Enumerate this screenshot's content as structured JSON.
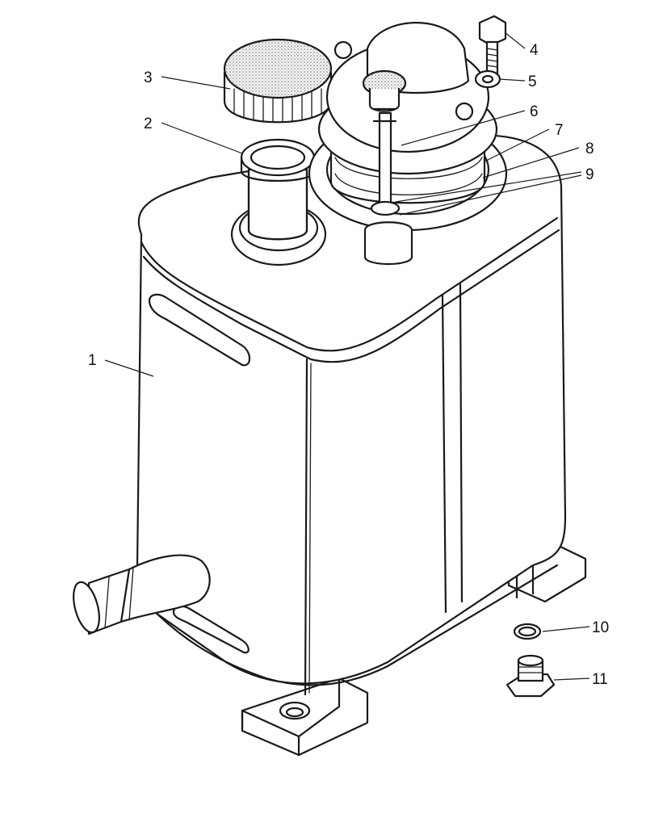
{
  "callouts": [
    {
      "id": "1",
      "label": "1"
    },
    {
      "id": "2",
      "label": "2"
    },
    {
      "id": "3",
      "label": "3"
    },
    {
      "id": "4",
      "label": "4"
    },
    {
      "id": "5",
      "label": "5"
    },
    {
      "id": "6",
      "label": "6"
    },
    {
      "id": "7",
      "label": "7"
    },
    {
      "id": "8",
      "label": "8"
    },
    {
      "id": "9",
      "label": "9"
    },
    {
      "id": "10",
      "label": "10"
    },
    {
      "id": "11",
      "label": "11"
    }
  ],
  "colors": {
    "ink": "#1a1a1a",
    "paper": "#ffffff",
    "shade": "#8c8c8c"
  }
}
